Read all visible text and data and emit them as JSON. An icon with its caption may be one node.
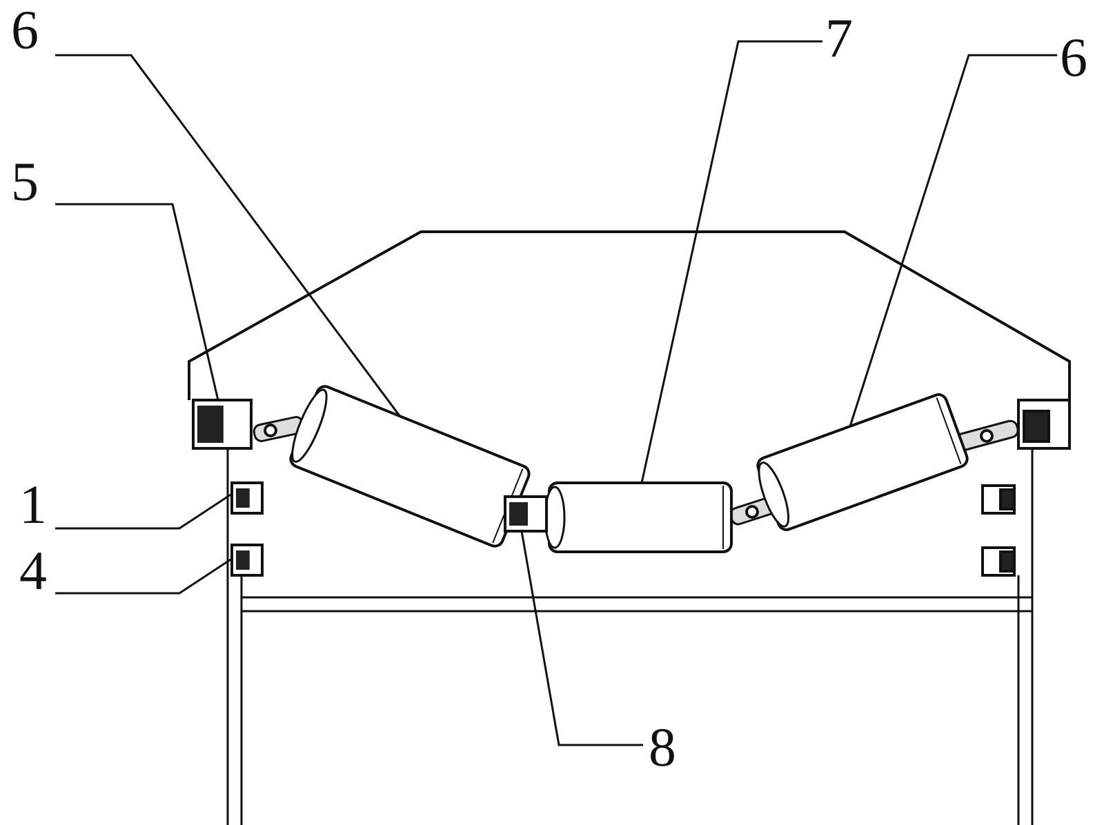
{
  "diagram": {
    "nodes": [
      {
        "text": [
          "6"
        ]
      },
      {
        "text": [
          "7"
        ]
      },
      {
        "text": [
          "6"
        ]
      },
      {
        "text": [
          "5"
        ]
      },
      {
        "text": [
          "1"
        ]
      },
      {
        "text": [
          "4"
        ]
      },
      {
        "text": [
          "8"
        ]
      },
      {
        "text": [],
        "shape": "cylinder"
      },
      {
        "text": [],
        "shape": "cylinder"
      },
      {
        "text": [],
        "shape": "cylinder"
      },
      {
        "text": [],
        "shape": "box"
      },
      {
        "text": [],
        "shape": "box"
      },
      {
        "text": [],
        "shape": "box"
      },
      {
        "text": [],
        "shape": "box"
      }
    ],
    "edges": [
      {
        "from": 0,
        "to": 7,
        "arrow": "none"
      },
      {
        "from": 1,
        "to": 8,
        "arrow": "none"
      },
      {
        "from": 2,
        "to": 9,
        "arrow": "none"
      },
      {
        "from": 3,
        "to": 10,
        "arrow": "none"
      },
      {
        "from": 4,
        "to": 11,
        "arrow": "none"
      },
      {
        "from": 5,
        "to": 12,
        "arrow": "none"
      },
      {
        "from": 6,
        "to": 13,
        "arrow": "none"
      }
    ]
  }
}
